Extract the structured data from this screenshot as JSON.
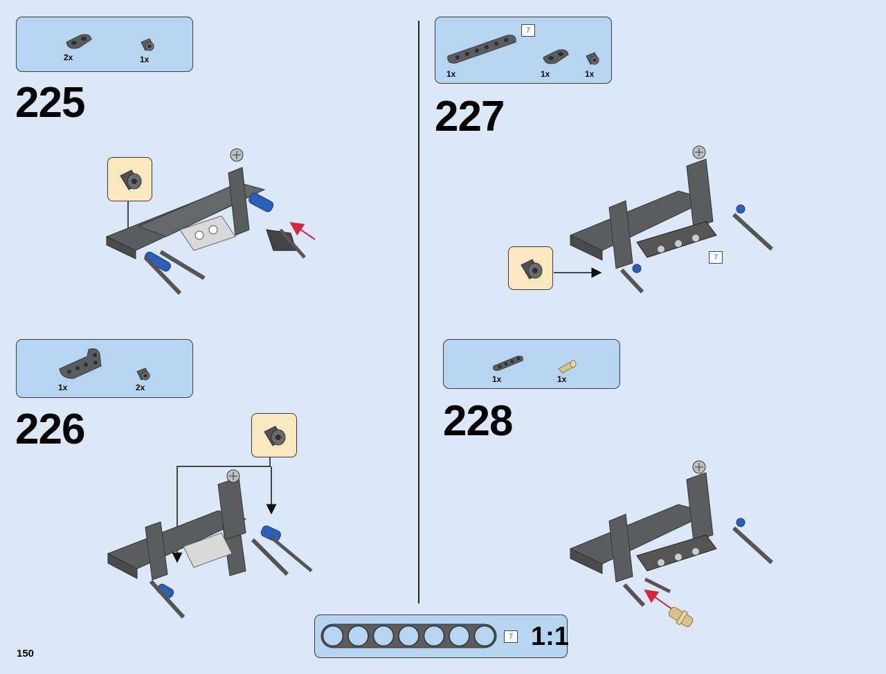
{
  "page": {
    "number": "150"
  },
  "steps": [
    {
      "number": "225",
      "parts": [
        {
          "qty": "2x",
          "icon": "connector-beam-2-icon"
        },
        {
          "qty": "1x",
          "icon": "bush-icon"
        }
      ]
    },
    {
      "number": "226",
      "parts": [
        {
          "qty": "1x",
          "icon": "angle-beam-icon"
        },
        {
          "qty": "2x",
          "icon": "bush-icon"
        }
      ]
    },
    {
      "number": "227",
      "parts": [
        {
          "qty": "1x",
          "icon": "beam-7-icon"
        },
        {
          "qty": "1x",
          "icon": "connector-beam-2-icon"
        },
        {
          "qty": "1x",
          "icon": "bush-icon"
        }
      ],
      "length_tag": "7",
      "model_length_tag": "7"
    },
    {
      "number": "228",
      "parts": [
        {
          "qty": "1x",
          "icon": "beam-4-icon"
        },
        {
          "qty": "1x",
          "icon": "tan-pin-icon"
        }
      ]
    }
  ],
  "scale_box": {
    "ratio": "1:1",
    "length_tag": "7",
    "holes": 7
  },
  "colors": {
    "background": "#dce8f7",
    "parts_box": "#b6d5f1",
    "callout": "#fbe8c0",
    "dark_gray": "#5b5c5e",
    "light_gray": "#9b9c9d",
    "blue": "#2c5fb8",
    "tan": "#d8c38a",
    "arrow_red": "#d6263b"
  }
}
